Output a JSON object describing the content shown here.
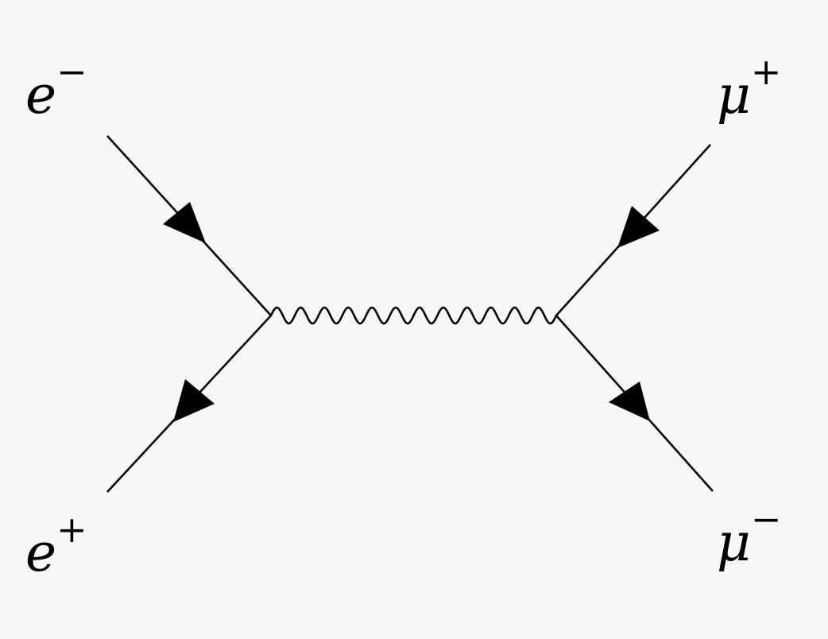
{
  "diagram": {
    "labels": {
      "electron_in": {
        "base": "e",
        "charge": "−"
      },
      "positron_in": {
        "base": "e",
        "charge": "+"
      },
      "antimuon_out": {
        "base": "μ",
        "charge": "+"
      },
      "muon_out": {
        "base": "μ",
        "charge": "−"
      }
    },
    "colors": {
      "background": "#f7f7f7",
      "ink": "#000000"
    }
  }
}
